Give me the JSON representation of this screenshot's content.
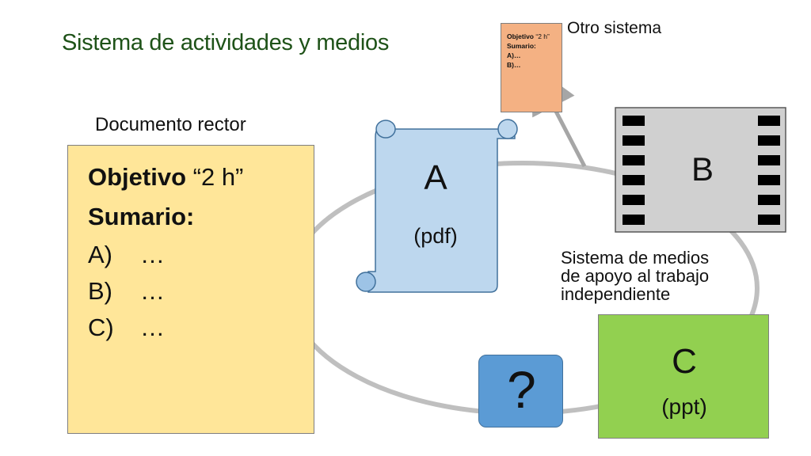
{
  "title": "Sistema de actividades y medios",
  "documento_rector": {
    "label": "Documento rector",
    "objetivo_label": "Objetivo",
    "objetivo_value": "“2 h”",
    "sumario_label": "Sumario:",
    "items": [
      {
        "letter": "A)",
        "text": "…"
      },
      {
        "letter": "B)",
        "text": "…"
      },
      {
        "letter": "C)",
        "text": "…"
      }
    ]
  },
  "otro_sistema": {
    "label": "Otro sistema",
    "objetivo_label": "Objetivo",
    "objetivo_value": "“2 h”",
    "sumario_label": "Sumario:",
    "items": [
      "A)…",
      "B)…"
    ]
  },
  "node_a": {
    "letter": "A",
    "format": "(pdf)"
  },
  "node_b": {
    "letter": "B"
  },
  "node_c": {
    "letter": "C",
    "format": "(ppt)"
  },
  "unknown_node": {
    "symbol": "?"
  },
  "medios_label": [
    "Sistema de medios",
    "de apoyo al trabajo",
    "independiente"
  ],
  "colors": {
    "title": "#1e5218",
    "documento_fill": "#ffe699",
    "otro_fill": "#f4b183",
    "scroll_fill": "#bdd7ee",
    "film_fill": "#d0d0d0",
    "ppt_fill": "#92d050",
    "question_fill": "#5b9bd5",
    "cycle_stroke": "#bfbfbf"
  }
}
